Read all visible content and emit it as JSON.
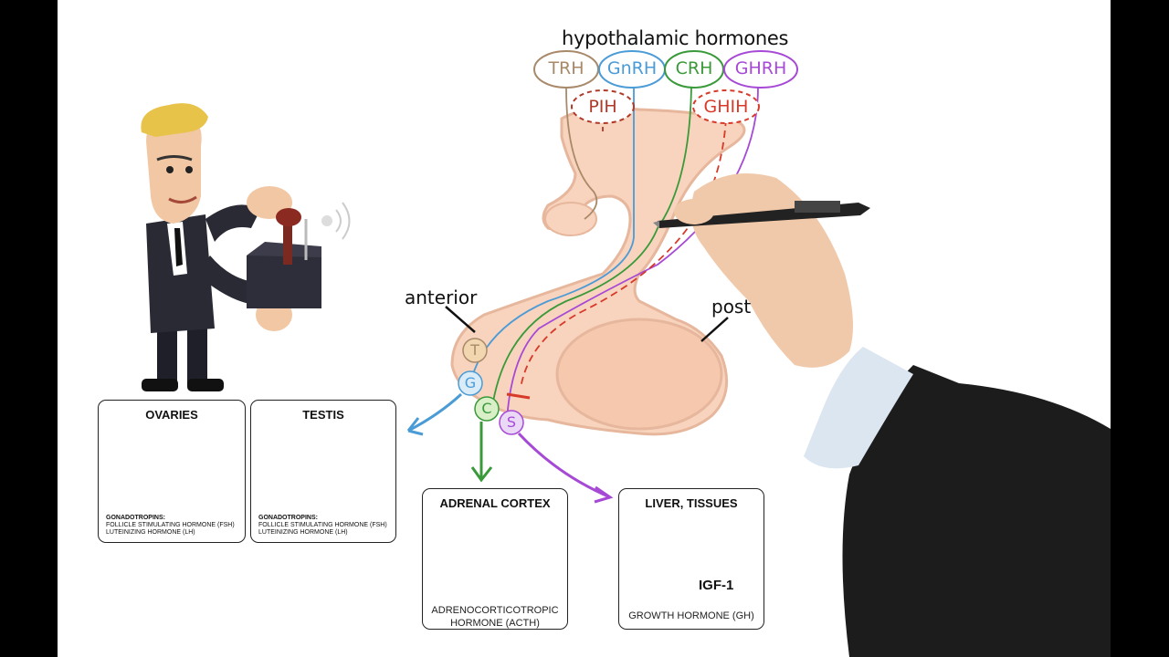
{
  "diagram": {
    "heading": "hypothalamic hormones",
    "releasing_hormones": [
      {
        "label": "TRH",
        "color": "#a88a6a"
      },
      {
        "label": "GnRH",
        "color": "#4a9bd6"
      },
      {
        "label": "CRH",
        "color": "#3a9a3a"
      },
      {
        "label": "GHRH",
        "color": "#a64ad6"
      }
    ],
    "inhibiting_hormones": [
      {
        "label": "PIH",
        "color": "#b03a2a"
      },
      {
        "label": "GHIH",
        "color": "#d83a2a"
      }
    ],
    "labels": {
      "anterior": "anterior",
      "posterior": "post"
    },
    "cells": [
      "T",
      "G",
      "C",
      "S"
    ]
  },
  "targets": {
    "ovaries": {
      "title": "OVARIES",
      "caption_head": "GONADOTROPINS:",
      "caption_lines": [
        "FOLLICLE STIMULATING HORMONE (FSH)",
        "LUTEINIZING HORMONE (LH)"
      ]
    },
    "testis": {
      "title": "TESTIS",
      "caption_head": "GONADOTROPINS:",
      "caption_lines": [
        "FOLLICLE STIMULATING HORMONE (FSH)",
        "LUTEINIZING HORMONE (LH)"
      ]
    },
    "adrenal": {
      "title": "ADRENAL CORTEX",
      "caption_lines": [
        "ADRENOCORTICOTROPIC",
        "HORMONE (ACTH)"
      ]
    },
    "liver": {
      "title": "LIVER, TISSUES",
      "igf": "IGF-1",
      "caption_lines": [
        "GROWTH HORMONE (GH)"
      ]
    }
  },
  "colors": {
    "pituitary_fill": "#f8d3bd",
    "pituitary_stroke": "#e6b79c",
    "trh": "#a88a6a",
    "gnrh": "#4a9bd6",
    "crh": "#3a9a3a",
    "ghrh": "#a64ad6",
    "inhibit": "#d83a2a"
  }
}
